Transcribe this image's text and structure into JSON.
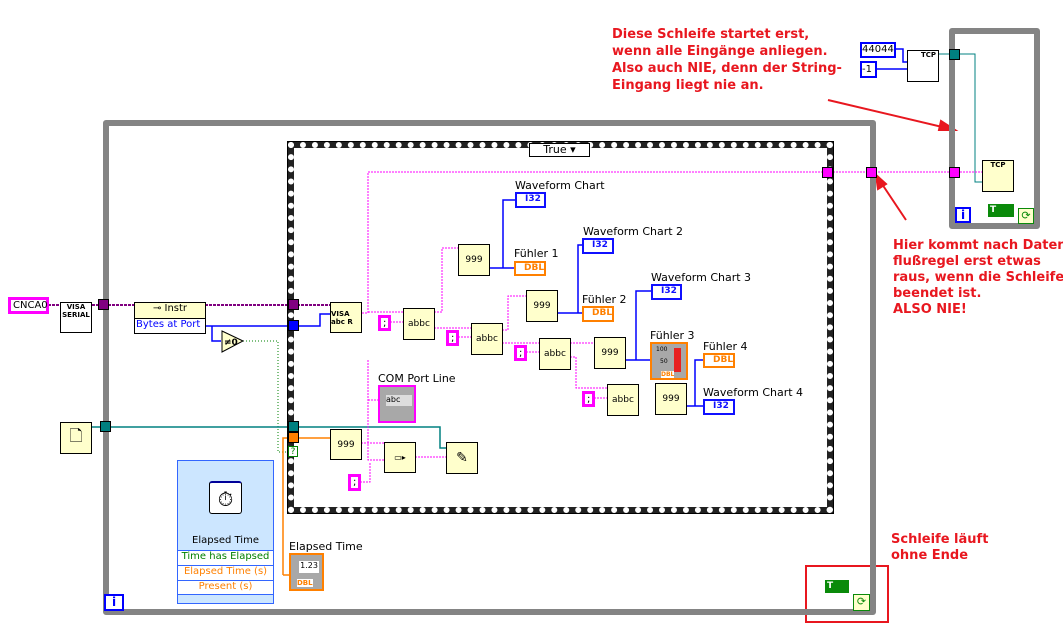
{
  "annotations": {
    "top": [
      "Diese Schleife startet erst,",
      "wenn alle Eingänge anliegen.",
      "Also auch NIE, denn der String-",
      "Eingang liegt nie an."
    ],
    "right": [
      "Hier kommt nach Daten-",
      "flußregel erst etwas",
      "raus, wenn die Schleife",
      "beendet ist.",
      "ALSO NIE!"
    ],
    "bottom": [
      "Schleife läuft",
      "ohne Ende"
    ]
  },
  "case_selector": "True",
  "constants": {
    "visa_resource": "CNCA0",
    "separator": ";",
    "tcp_port": "44044",
    "tcp_timeout": "-1",
    "true_const": "T"
  },
  "property_node": {
    "class": "Instr",
    "property": "Bytes at Port"
  },
  "compare": "≠0",
  "iteration_label": "i",
  "elapsed_time_vi": {
    "title": "Elapsed Time",
    "outputs": [
      "Time has Elapsed",
      "Elapsed Time (s)",
      "Present (s)"
    ]
  },
  "indicators": {
    "elapsed_time": {
      "label": "Elapsed Time",
      "type": "DBL",
      "value": "1.23"
    },
    "com_port_line": {
      "label": "COM Port Line",
      "type": "abc"
    },
    "charts": [
      {
        "label": "Waveform Chart",
        "type": "I32"
      },
      {
        "label": "Waveform Chart 2",
        "type": "I32"
      },
      {
        "label": "Waveform Chart 3",
        "type": "I32"
      },
      {
        "label": "Waveform Chart 4",
        "type": "I32"
      }
    ],
    "sensors": [
      {
        "label": "Fühler 1",
        "type": "DBL"
      },
      {
        "label": "Fühler 2",
        "type": "DBL"
      },
      {
        "label": "Fühler 3",
        "type": "DBL",
        "scale": [
          "100",
          "50"
        ]
      },
      {
        "label": "Fühler 4",
        "type": "DBL"
      }
    ]
  },
  "node_glyphs": {
    "visa_serial": "VISA SERIAL",
    "visa_read": "VISA abc R",
    "scan": "abbc",
    "format": "999",
    "tcp": "TCP"
  },
  "colors": {
    "string_wire": "#ff00ff",
    "visa_wire": "#800080",
    "int_wire": "#0000ff",
    "dbl_wire": "#ff8000",
    "refnum_wire": "#008080",
    "bool_wire": "#008000",
    "annotation": "#e8171f"
  }
}
